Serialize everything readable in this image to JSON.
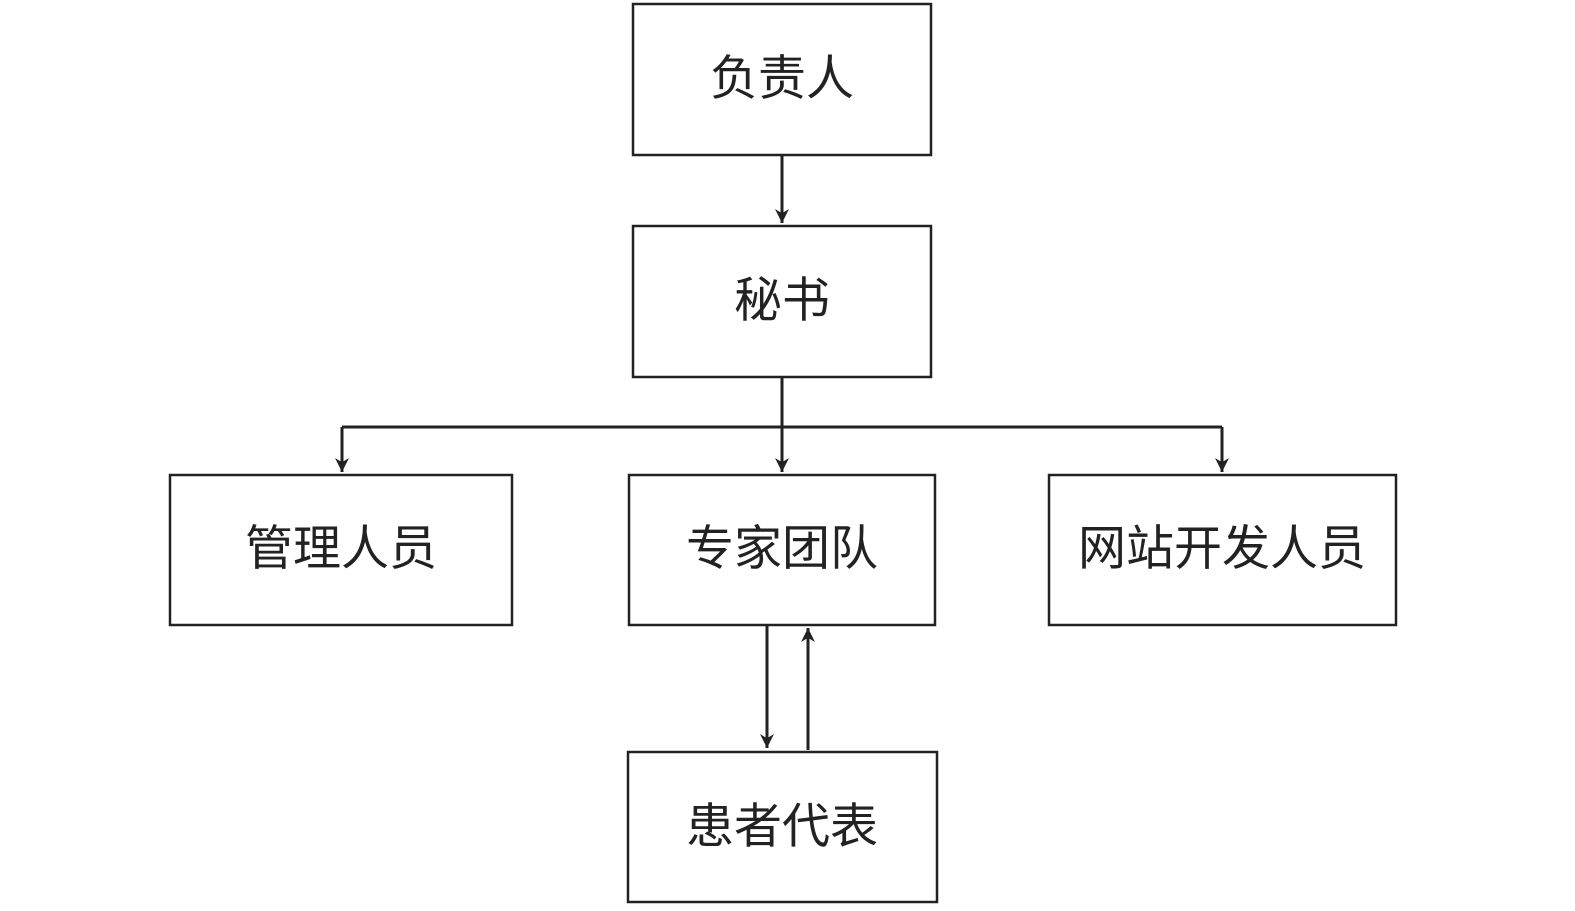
{
  "nodes": {
    "leader": "负责人",
    "secretary": "秘书",
    "management": "管理人员",
    "expert_team": "专家团队",
    "web_developers": "网站开发人员",
    "patient_rep": "患者代表"
  },
  "colors": {
    "line": "#222222",
    "box_fill": "#ffffff"
  }
}
